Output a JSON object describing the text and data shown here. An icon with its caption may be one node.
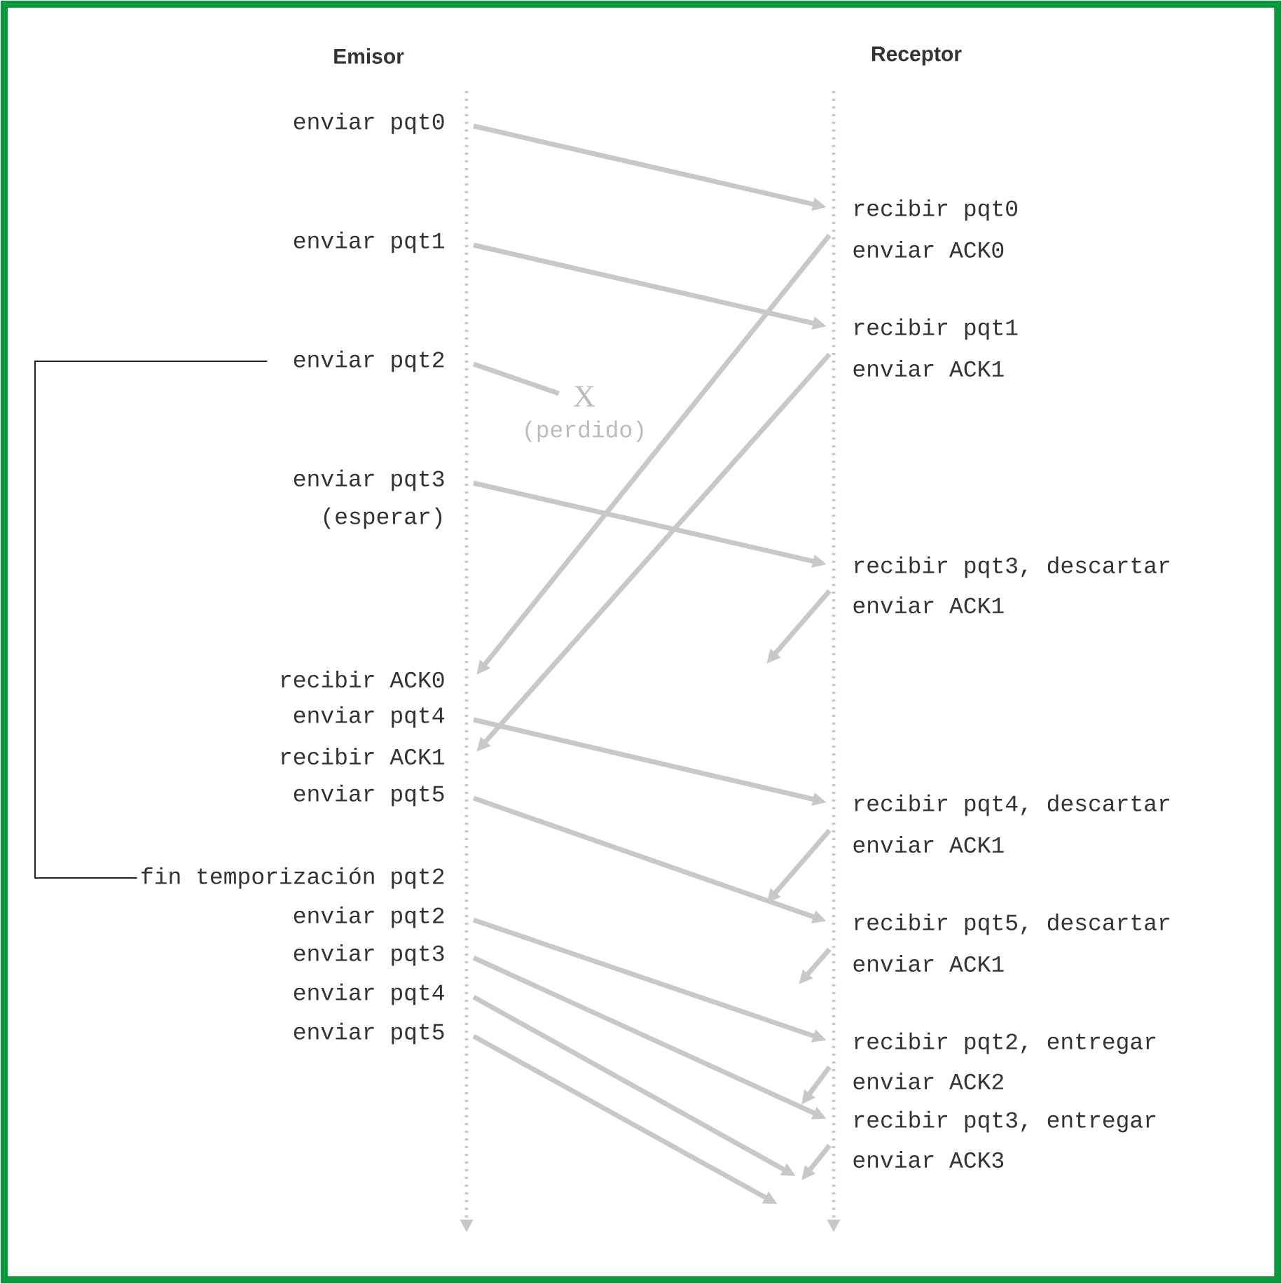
{
  "diagram": {
    "nodes": [
      {
        "text": [
          "enviar pqt0"
        ]
      },
      {
        "text": [
          "enviar pqt1"
        ]
      },
      {
        "text": [
          "enviar pqt2"
        ]
      },
      {
        "text": [
          "enviar pqt3"
        ],
        "beside": [
          "(esperar)"
        ]
      },
      {
        "text": [
          "X"
        ],
        "beside": [
          "(perdido)"
        ]
      },
      {
        "text": [
          "recibir pqt0"
        ]
      },
      {
        "text": [
          "enviar ACK0"
        ]
      },
      {
        "text": [
          "recibir pqt1"
        ]
      },
      {
        "text": [
          "enviar ACK1"
        ]
      },
      {
        "text": [
          "recibir pqt3, descartar"
        ]
      },
      {
        "text": [
          "enviar ACK1"
        ]
      },
      {
        "text": [
          "recibir ACK0"
        ]
      },
      {
        "text": [
          "enviar pqt4"
        ]
      },
      {
        "text": [
          "recibir ACK1"
        ]
      },
      {
        "text": [
          "enviar pqt5"
        ]
      },
      {
        "text": [
          "recibir pqt4, descartar"
        ]
      },
      {
        "text": [
          "enviar ACK1"
        ]
      },
      {
        "text": [
          "fin temporización pqt2"
        ]
      },
      {
        "text": [
          "enviar pqt2"
        ]
      },
      {
        "text": [
          "recibir pqt5, descartar"
        ]
      },
      {
        "text": [
          "enviar ACK1"
        ]
      },
      {
        "text": [
          "enviar pqt3"
        ]
      },
      {
        "text": [
          "enviar pqt4"
        ]
      },
      {
        "text": [
          "enviar pqt5"
        ]
      },
      {
        "text": [
          "recibir pqt2, entregar"
        ]
      },
      {
        "text": [
          "enviar ACK2"
        ]
      },
      {
        "text": [
          "recibir pqt3, entregar"
        ]
      },
      {
        "text": [
          "enviar ACK3"
        ]
      }
    ],
    "edges": [
      {
        "from": 0,
        "to": 5,
        "arrow": "to"
      },
      {
        "from": 1,
        "to": 7,
        "arrow": "to"
      },
      {
        "from": 2,
        "to": 4,
        "arrow": "none"
      },
      {
        "from": 3,
        "to": 9,
        "arrow": "to"
      },
      {
        "from": 6,
        "to": 11,
        "arrow": "to"
      },
      {
        "from": 8,
        "to": 13,
        "arrow": "to"
      },
      {
        "from": 10,
        "to": null,
        "arrow": "to"
      },
      {
        "from": 12,
        "to": 15,
        "arrow": "to"
      },
      {
        "from": 14,
        "to": 19,
        "arrow": "to"
      },
      {
        "from": 16,
        "to": null,
        "arrow": "to"
      },
      {
        "from": 20,
        "to": null,
        "arrow": "to"
      },
      {
        "from": 18,
        "to": 24,
        "arrow": "to"
      },
      {
        "from": 25,
        "to": null,
        "arrow": "to"
      },
      {
        "from": 21,
        "to": 26,
        "arrow": "to"
      },
      {
        "from": 27,
        "to": null,
        "arrow": "to"
      },
      {
        "from": 22,
        "to": null,
        "arrow": "to"
      },
      {
        "from": 23,
        "to": null,
        "arrow": "to"
      },
      {
        "from": 2,
        "to": 17,
        "arrow": "none",
        "color": "#222222"
      }
    ],
    "labels": [
      "Emisor",
      "Receptor"
    ]
  }
}
